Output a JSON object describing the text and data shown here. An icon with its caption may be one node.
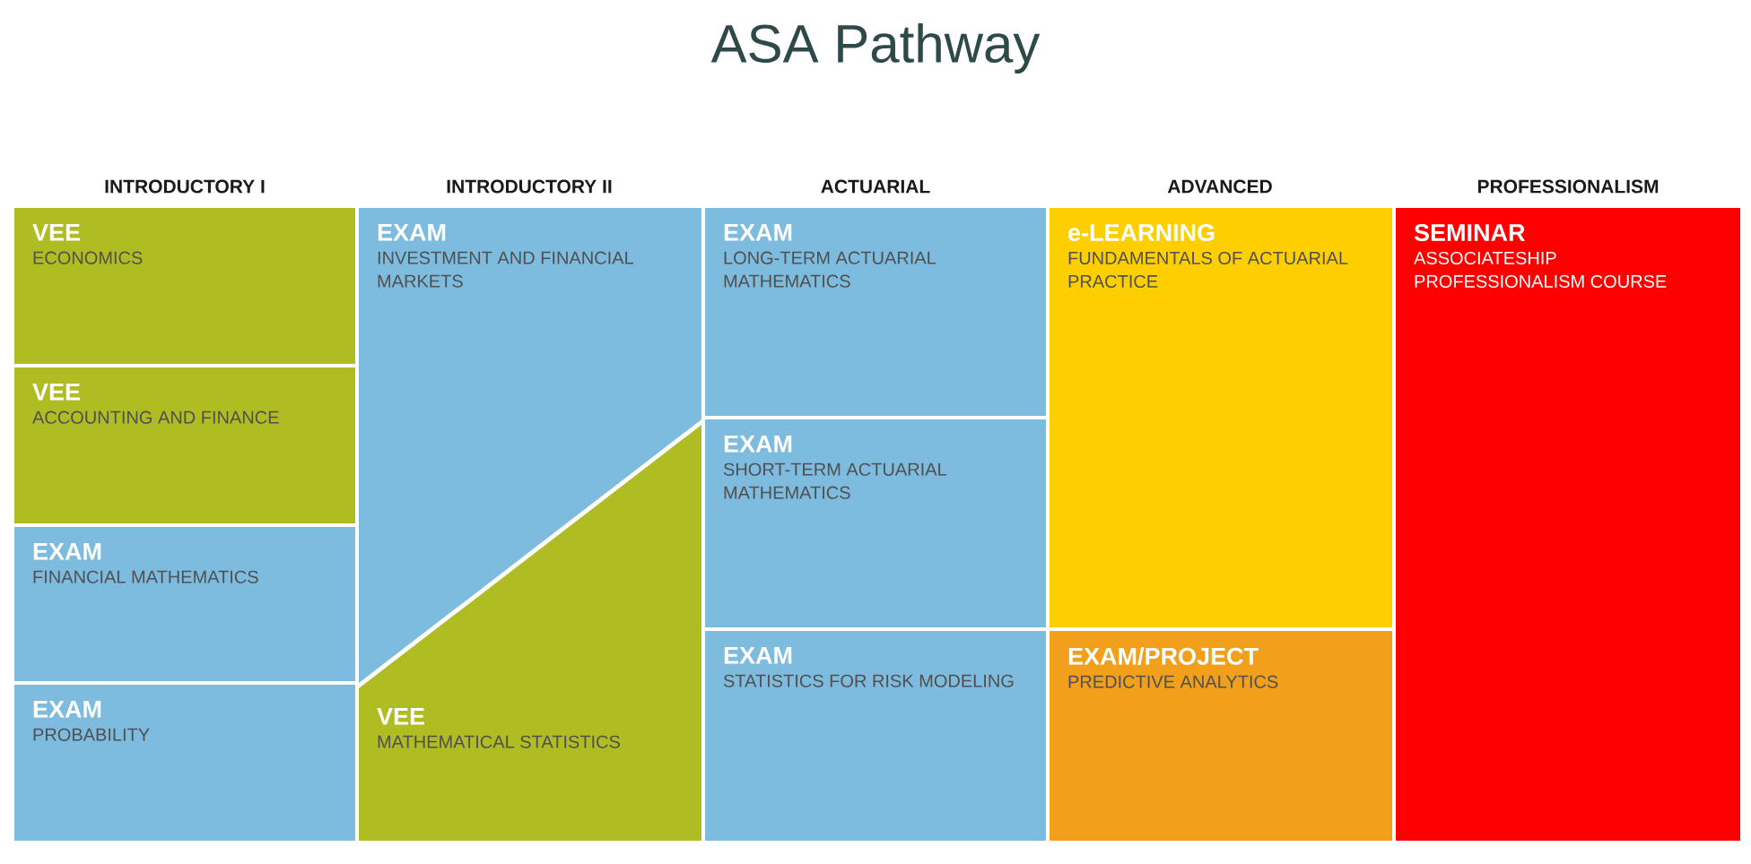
{
  "diagram": {
    "title": "ASA Pathway",
    "nodes": [
      {
        "text": [
          "VEE",
          "ECONOMICS"
        ]
      },
      {
        "text": [
          "VEE",
          "ACCOUNTING AND FINANCE"
        ]
      },
      {
        "text": [
          "EXAM",
          "FINANCIAL MATHEMATICS"
        ]
      },
      {
        "text": [
          "EXAM",
          "PROBABILITY"
        ]
      },
      {
        "text": [
          "EXAM",
          "INVESTMENT AND FINANCIAL MARKETS"
        ]
      },
      {
        "text": [
          "VEE",
          "MATHEMATICAL STATISTICS"
        ]
      },
      {
        "text": [
          "EXAM",
          "LONG-TERM ACTUARIAL MATHEMATICS"
        ]
      },
      {
        "text": [
          "EXAM",
          "SHORT-TERM ACTUARIAL MATHEMATICS"
        ]
      },
      {
        "text": [
          "EXAM",
          "STATISTICS FOR RISK MODELING"
        ]
      },
      {
        "text": [
          "e-LEARNING",
          "FUNDAMENTALS OF ACTUARIAL PRACTICE"
        ]
      },
      {
        "text": [
          "EXAM/PROJECT",
          "PREDICTIVE ANALYTICS"
        ]
      },
      {
        "text": [
          "SEMINAR",
          "ASSOCIATESHIP PROFESSIONALISM COURSE"
        ]
      }
    ],
    "labels": [
      "INTRODUCTORY I",
      "INTRODUCTORY II",
      "ACTUARIAL",
      "ADVANCED",
      "PROFESSIONALISM"
    ]
  }
}
